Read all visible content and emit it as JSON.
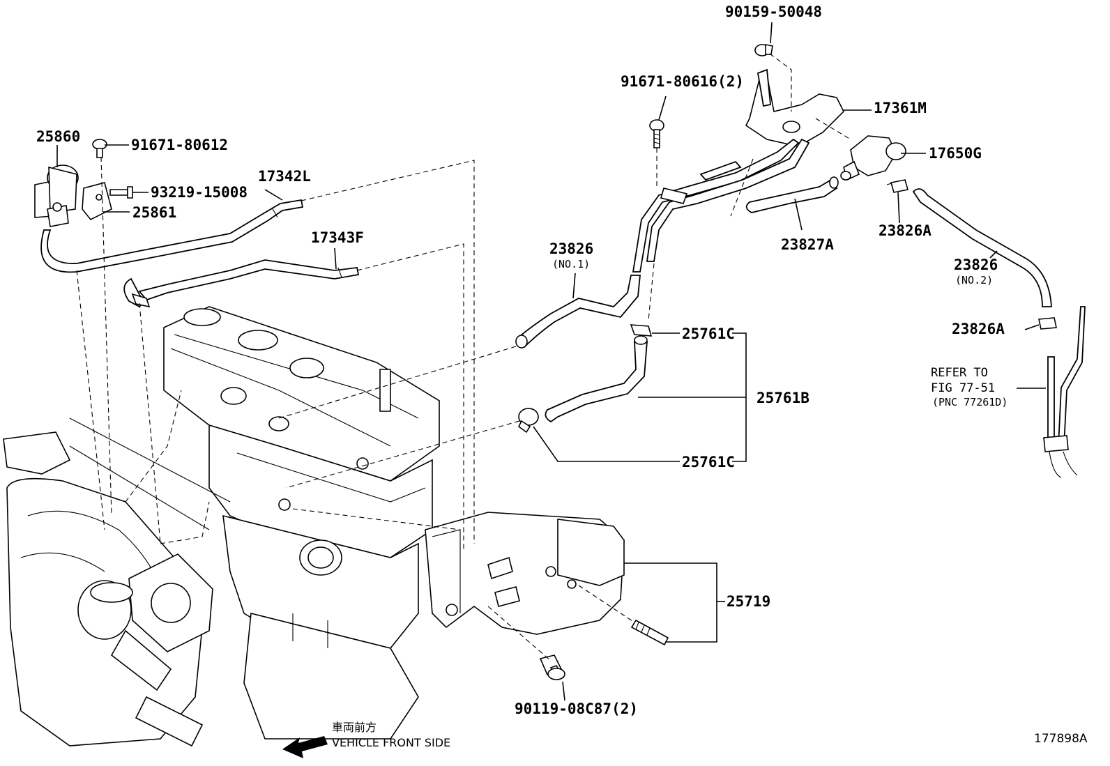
{
  "labels": {
    "p90159": "90159-50048",
    "p91671_80616": "91671-80616(2)",
    "p17361M": "17361M",
    "p17650G": "17650G",
    "p25860": "25860",
    "p91671_80612": "91671-80612",
    "p17342L": "17342L",
    "p93219": "93219-15008",
    "p25861": "25861",
    "p17343F": "17343F",
    "p23826_no1": "23826",
    "p23826_no1_sub": "(NO.1)",
    "p23827A": "23827A",
    "p23826A_top": "23826A",
    "p23826_no2": "23826",
    "p23826_no2_sub": "(NO.2)",
    "p25761C_top": "25761C",
    "p23826A_bottom": "23826A",
    "p25761B": "25761B",
    "refer_line1": "REFER TO",
    "refer_line2": "FIG 77-51",
    "refer_line3": "(PNC 77261D)",
    "p25761C_bottom": "25761C",
    "p25719": "25719",
    "p90119": "90119-08C87(2)",
    "front_jp": "車両前方",
    "front_en": "VEHICLE FRONT SIDE",
    "figure_id": "177898A"
  },
  "icons": {
    "front_arrow": "left-arrow-icon"
  }
}
